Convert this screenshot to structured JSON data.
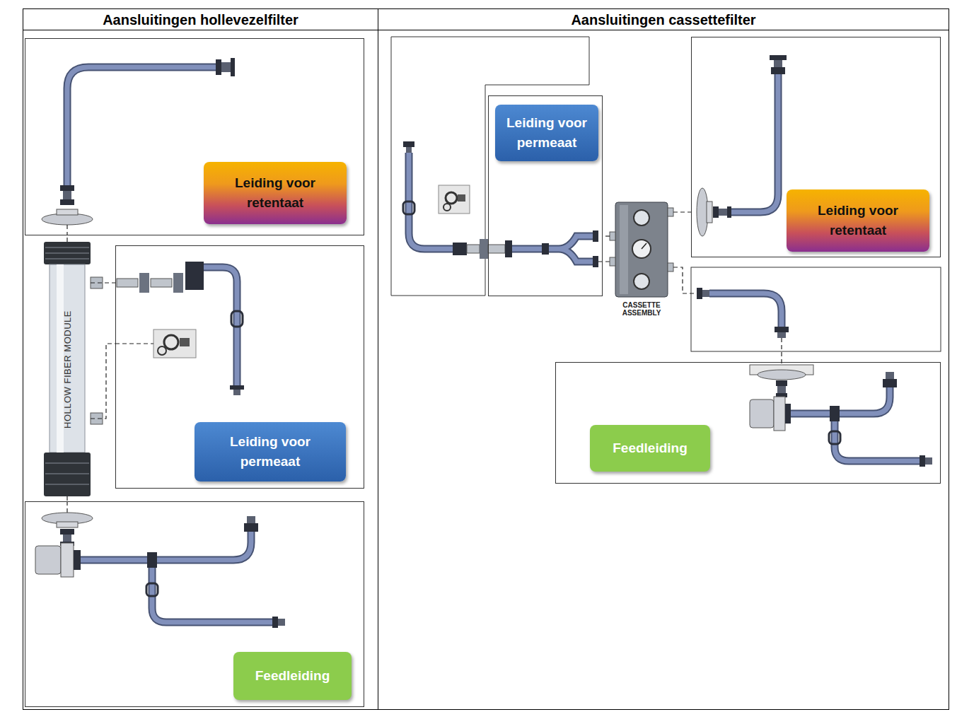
{
  "diagram": {
    "nodes": [
      {
        "text": [
          "Aansluitingen hollevezelfilter"
        ]
      },
      {
        "text": [
          "Leiding voor retentaat"
        ],
        "in": 0
      },
      {
        "text": [
          "HOLLOW FIBER MODULE"
        ],
        "in": 0
      },
      {
        "text": [
          "Leiding voor permeaat"
        ],
        "in": 0
      },
      {
        "text": [
          "Feedleiding"
        ],
        "in": 0
      },
      {
        "text": [
          "Aansluitingen cassettefilter"
        ]
      },
      {
        "text": [
          "Leiding voor permeaat"
        ],
        "in": 5
      },
      {
        "text": [
          "CASSETTE ASSEMBLY"
        ],
        "in": 5
      },
      {
        "text": [
          "Leiding voor retentaat"
        ],
        "in": 5
      },
      {
        "text": [
          "Feedleiding"
        ],
        "in": 5
      }
    ],
    "edges": [
      {
        "from": 2,
        "to": 1,
        "arrow": "none"
      },
      {
        "from": 2,
        "to": 3,
        "arrow": "none"
      },
      {
        "from": 2,
        "to": 3,
        "arrow": "none"
      },
      {
        "from": 2,
        "to": 4,
        "arrow": "none"
      },
      {
        "from": 7,
        "to": 6,
        "arrow": "none"
      },
      {
        "from": 7,
        "to": 8,
        "arrow": "none"
      }
    ]
  }
}
